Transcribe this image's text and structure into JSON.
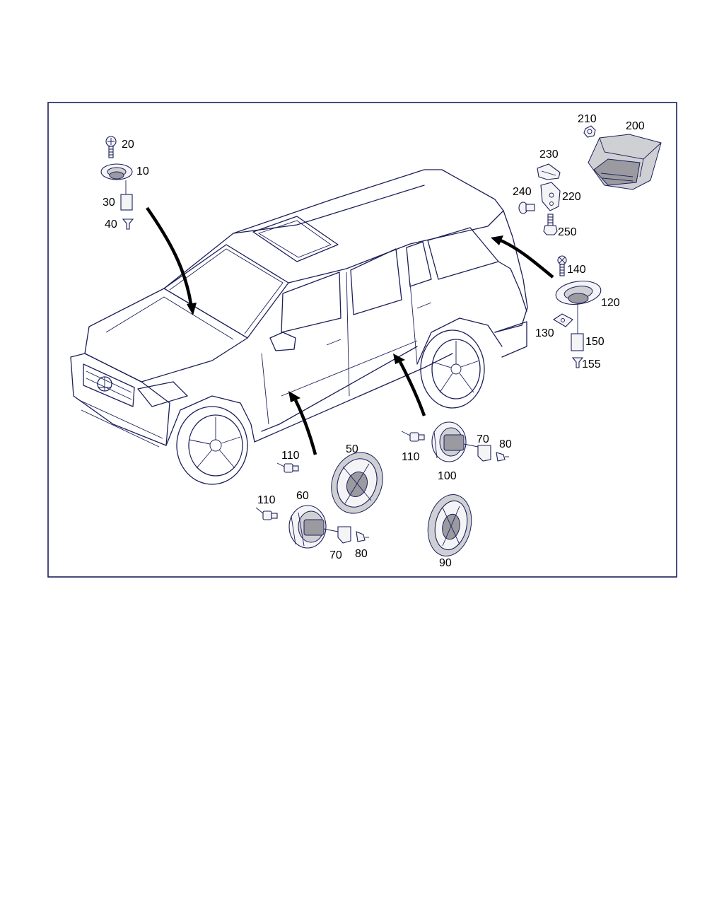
{
  "labels": {
    "p10": "10",
    "p20": "20",
    "p30": "30",
    "p40": "40",
    "p50": "50",
    "p60": "60",
    "p70a": "70",
    "p80a": "80",
    "p70b": "70",
    "p80b": "80",
    "p90": "90",
    "p100": "100",
    "p110a": "110",
    "p110b": "110",
    "p110c": "110",
    "p120": "120",
    "p130": "130",
    "p140": "140",
    "p150": "150",
    "p155": "155",
    "p200": "200",
    "p210": "210",
    "p220": "220",
    "p230": "230",
    "p240": "240",
    "p250": "250"
  },
  "colors": {
    "line": "#1c1f5a",
    "arrow": "#000000",
    "background": "#ffffff"
  }
}
